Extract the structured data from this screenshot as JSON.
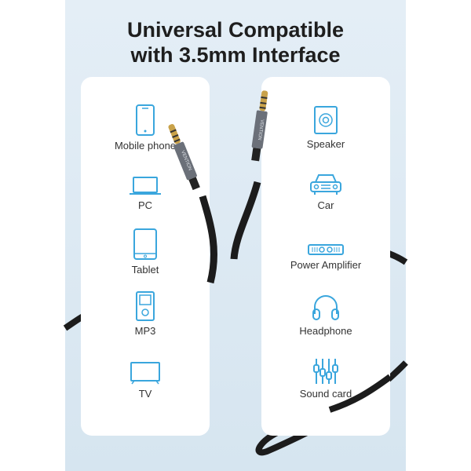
{
  "title": {
    "line1": "Universal Compatible",
    "line2": "with 3.5mm Interface"
  },
  "brand": "VENTION",
  "accent_color": "#3aa6dd",
  "left_devices": [
    {
      "label": "Mobile phone",
      "icon": "mobile-phone-icon"
    },
    {
      "label": "PC",
      "icon": "laptop-icon"
    },
    {
      "label": "Tablet",
      "icon": "tablet-icon"
    },
    {
      "label": "MP3",
      "icon": "mp3-player-icon"
    },
    {
      "label": "TV",
      "icon": "tv-icon"
    }
  ],
  "right_devices": [
    {
      "label": "Speaker",
      "icon": "speaker-icon"
    },
    {
      "label": "Car",
      "icon": "car-icon"
    },
    {
      "label": "Power Amplifier",
      "icon": "amplifier-icon"
    },
    {
      "label": "Headphone",
      "icon": "headphone-icon"
    },
    {
      "label": "Sound card",
      "icon": "sound-card-icon"
    }
  ]
}
